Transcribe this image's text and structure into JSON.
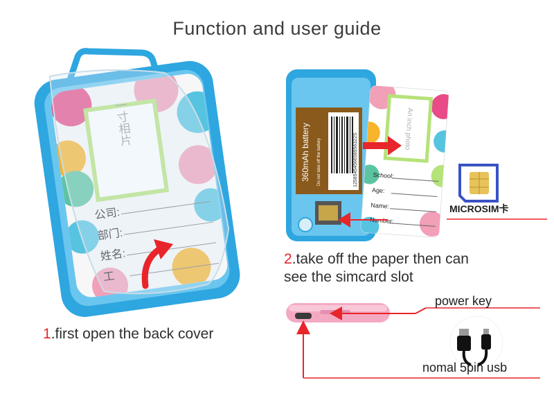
{
  "page": {
    "title": "Function and user guide"
  },
  "step1": {
    "number": "1",
    "text": ".first open the back cover"
  },
  "step2": {
    "number": "2",
    "line1": ".take off the paper then can",
    "line2": "see the simcard slot"
  },
  "card_left": {
    "photo_label": "一寸相片",
    "fields": [
      "公司:",
      "部门:",
      "姓名:",
      "工"
    ]
  },
  "card_right": {
    "photo_label": "An inch photo",
    "fields": [
      "School:",
      "Age:",
      "Name:",
      "Number:"
    ]
  },
  "battery": {
    "label": "360mAh battery",
    "warning": "Do not take off the battery",
    "barcode_number": "1258545456658956322S"
  },
  "sim": {
    "label": "MICROSIM卡"
  },
  "power": {
    "label": "power key"
  },
  "usb": {
    "label": "nomal 5pin usb"
  },
  "colors": {
    "device_blue": "#2ea6e0",
    "arrow_red": "#e8252b",
    "pink_edge": "#f4a9c3"
  }
}
